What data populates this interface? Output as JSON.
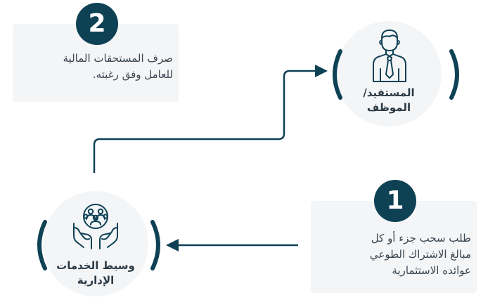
{
  "step2": {
    "number": "2",
    "lines": [
      "صرف المستحقات المالية",
      "للعامل وفق رغبته."
    ]
  },
  "step1": {
    "number": "1",
    "lines": [
      "طلب سحب جزء أو كل",
      "مبالغ الاشتراك الطوعي",
      "عوائده الاستثمارية"
    ]
  },
  "beneficiary": {
    "lines": [
      "المستفيد/",
      "الموظف"
    ],
    "icon": "employee-icon"
  },
  "intermediary": {
    "lines": [
      "وسيط الخدمات",
      "الإدارية"
    ],
    "icon": "hands-people-icon"
  },
  "colors": {
    "accent": "#0f4155",
    "panel": "#f4f5f7",
    "text": "#3a4650"
  }
}
